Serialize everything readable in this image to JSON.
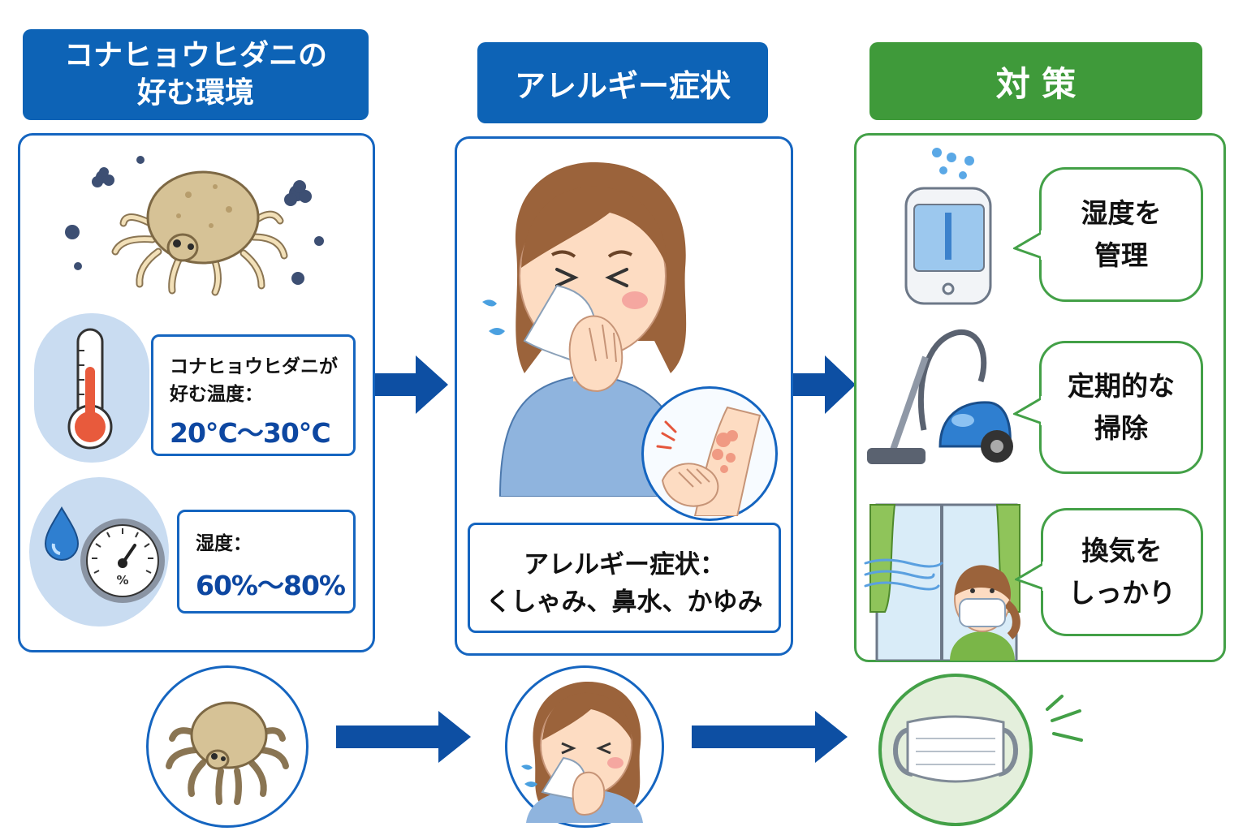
{
  "columns": {
    "environment": {
      "title_line1": "コナヒョウヒダニの",
      "title_line2": "好む環境",
      "temperature": {
        "label_line1": "コナヒョウヒダニが",
        "label_line2": "好む温度：",
        "value": "20℃〜30℃"
      },
      "humidity": {
        "label": "湿度：",
        "value": "60%〜80%",
        "gauge_unit": "%"
      }
    },
    "symptoms": {
      "title": "アレルギー症状",
      "caption_line1": "アレルギー症状：",
      "caption_line2": "くしゃみ、鼻水、かゆみ"
    },
    "measures": {
      "title": "対 策",
      "items": [
        {
          "line1": "湿度を",
          "line2": "管理",
          "icon": "humidifier-icon"
        },
        {
          "line1": "定期的な",
          "line2": "掃除",
          "icon": "vacuum-cleaner-icon"
        },
        {
          "line1": "換気を",
          "line2": "しっかり",
          "icon": "ventilation-window-icon"
        }
      ]
    }
  },
  "colors": {
    "blue_header": "#0d63b6",
    "green_header": "#3f9a3a",
    "arrow": "#0d4fa3",
    "value_text": "#0d47a1"
  }
}
